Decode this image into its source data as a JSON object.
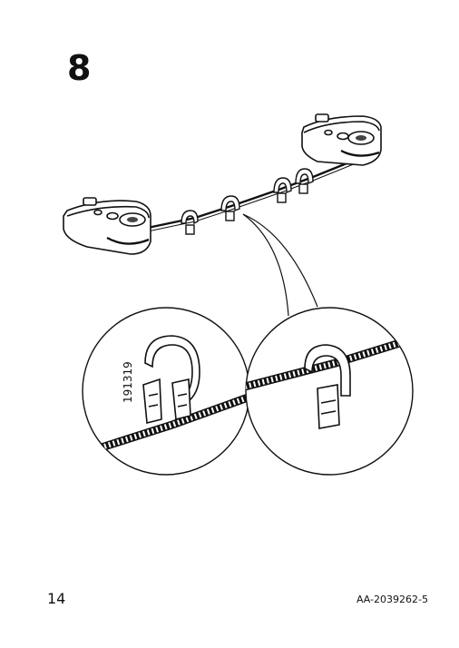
{
  "step": {
    "number": "8"
  },
  "illustration": {
    "part_number": "191319",
    "icons": [
      "tension-pulley-icon",
      "wire-clip-icon",
      "wire-icon",
      "detail-magnifier-icon"
    ]
  },
  "footer": {
    "page_number": "14",
    "document_code": "AA-2039262-5"
  }
}
